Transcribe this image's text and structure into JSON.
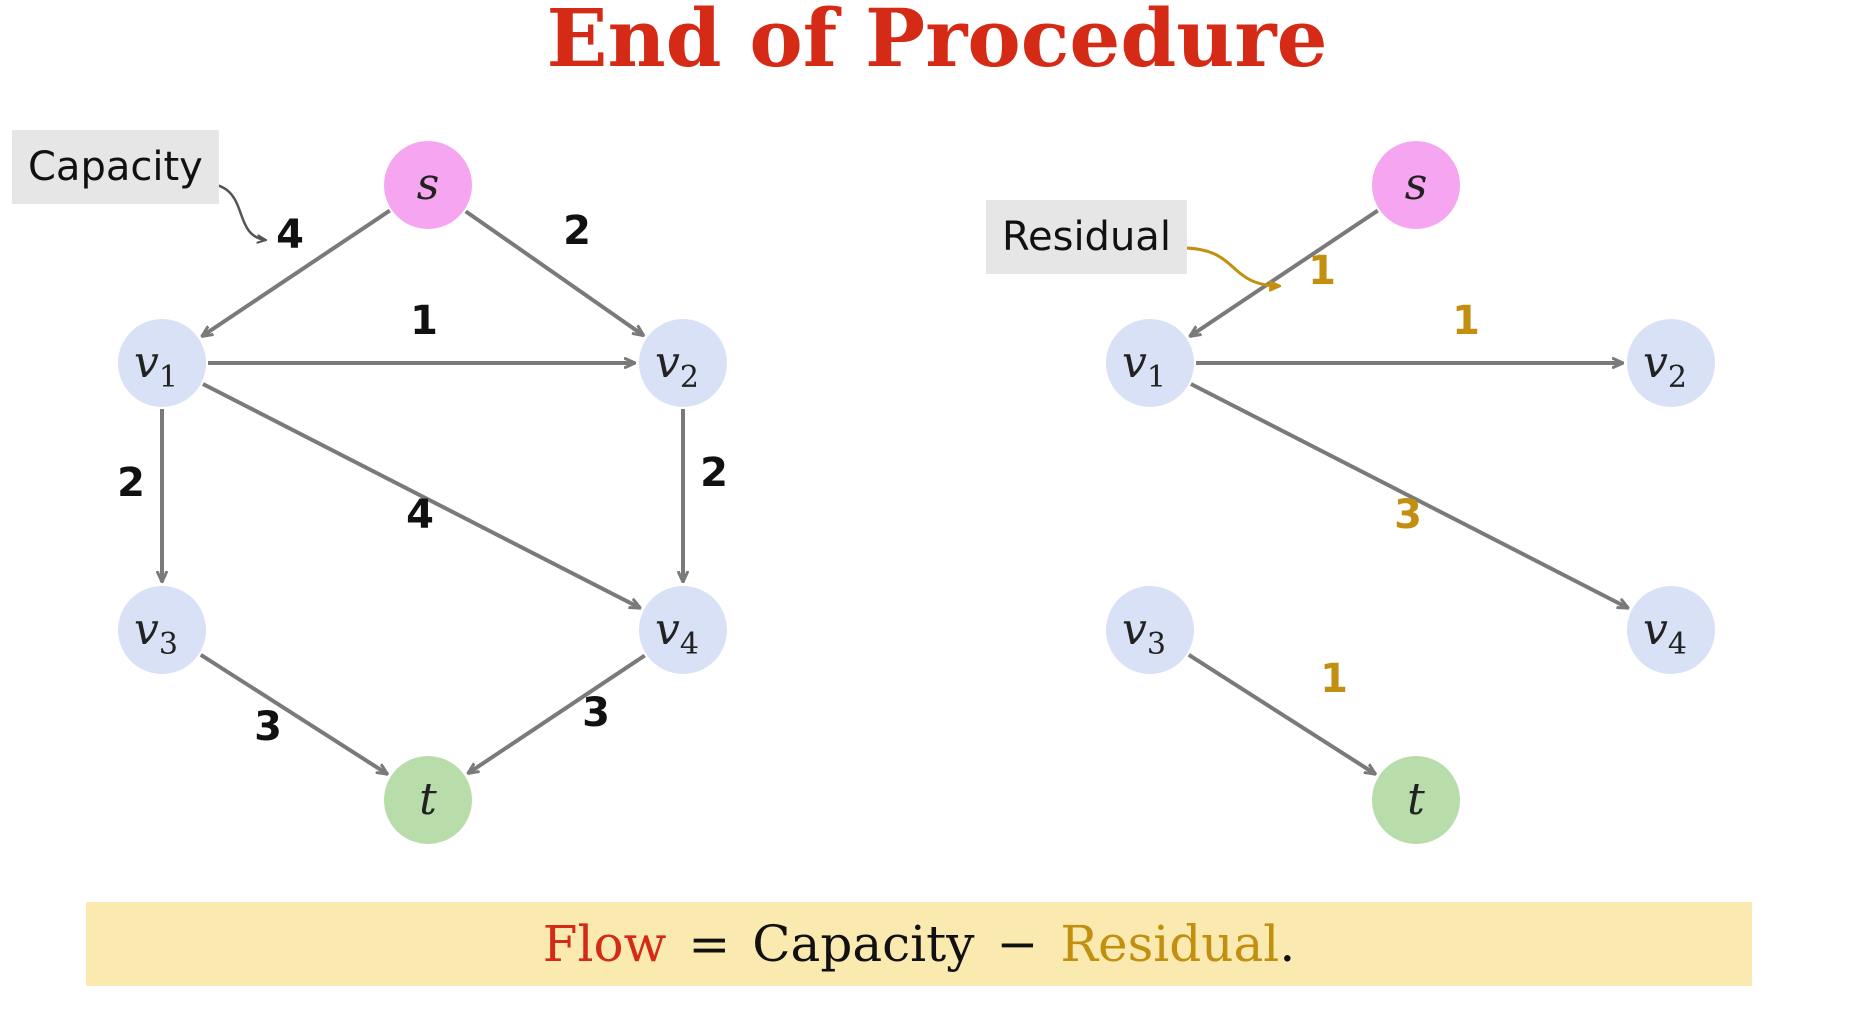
{
  "title": "End of Procedure",
  "callouts": {
    "capacity": "Capacity",
    "residual": "Residual"
  },
  "formula": {
    "flow": "Flow",
    "equals": "=",
    "capacity": "Capacity",
    "minus": "−",
    "residual": "Residual",
    "period": "."
  },
  "colors": {
    "source": "#f6a6f0",
    "sink": "#b9dcab",
    "inner": "#d8e1f6",
    "edge": "#7a7a7a",
    "capacity_label": "#111111",
    "residual_label": "#c28f10",
    "title": "#d42a16"
  },
  "nodes": [
    {
      "id": "s",
      "label": "s",
      "sub": "",
      "kind": "source"
    },
    {
      "id": "v1",
      "label": "v",
      "sub": "1",
      "kind": "inner"
    },
    {
      "id": "v2",
      "label": "v",
      "sub": "2",
      "kind": "inner"
    },
    {
      "id": "v3",
      "label": "v",
      "sub": "3",
      "kind": "inner"
    },
    {
      "id": "v4",
      "label": "v",
      "sub": "4",
      "kind": "inner"
    },
    {
      "id": "t",
      "label": "t",
      "sub": "",
      "kind": "sink"
    }
  ],
  "capacity_edges": [
    {
      "from": "s",
      "to": "v1",
      "label": "4"
    },
    {
      "from": "s",
      "to": "v2",
      "label": "2"
    },
    {
      "from": "v1",
      "to": "v2",
      "label": "1"
    },
    {
      "from": "v1",
      "to": "v3",
      "label": "2"
    },
    {
      "from": "v1",
      "to": "v4",
      "label": "4"
    },
    {
      "from": "v2",
      "to": "v4",
      "label": "2"
    },
    {
      "from": "v3",
      "to": "t",
      "label": "3"
    },
    {
      "from": "v4",
      "to": "t",
      "label": "3"
    }
  ],
  "residual_edges": [
    {
      "from": "s",
      "to": "v1",
      "label": "1"
    },
    {
      "from": "v1",
      "to": "v2",
      "label": "1"
    },
    {
      "from": "v1",
      "to": "v4",
      "label": "3"
    },
    {
      "from": "v3",
      "to": "t",
      "label": "1"
    }
  ]
}
